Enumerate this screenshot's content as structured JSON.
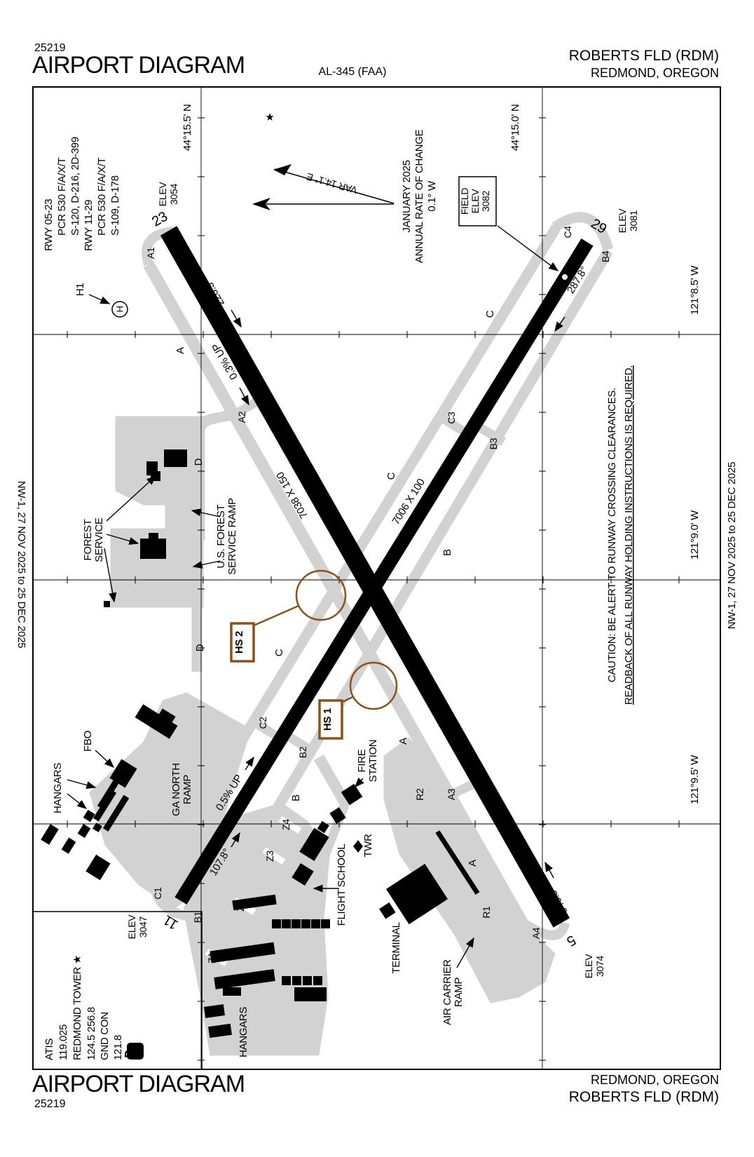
{
  "header": {
    "chart_number": "25219",
    "title": "AIRPORT DIAGRAM",
    "procedure_id": "AL-345 (FAA)",
    "airport_name": "ROBERTS FLD (RDM)",
    "city": "REDMOND, OREGON"
  },
  "footer": {
    "title": "AIRPORT DIAGRAM",
    "chart_number": "25219",
    "city": "REDMOND, OREGON",
    "airport_name": "ROBERTS FLD (RDM)"
  },
  "margin_note": "NW-1, 27 NOV 2025 to 25 DEC 2025",
  "graticule": {
    "lat_a": "44°15.5' N",
    "lat_b": "44°15.0' N",
    "lon_a": "121°8.5' W",
    "lon_b": "121°9.0' W",
    "lon_c": "121°9.5' W"
  },
  "runway_data_block": {
    "l1": "RWY 05-23",
    "l2": "PCR 530 F/A/X/T",
    "l3": "S-120, D-216, 2D-399",
    "l4": "RWY 11-29",
    "l5": "PCR 530 F/A/X/T",
    "l6": "S-109, D-178"
  },
  "comm": {
    "atis_label": "ATIS",
    "atis_freq": "119.025",
    "tower_label": "REDMOND TOWER ★",
    "tower_freqs": "124.5 256.8",
    "gnd_label": "GND CON",
    "gnd_freq": "121.8",
    "class_d_symbol": "D"
  },
  "variation": {
    "l1": "JANUARY 2025",
    "l2": "ANNUAL RATE OF CHANGE",
    "l3": "0.1° W",
    "var_label": "VAR 14.1° E"
  },
  "field_elev": {
    "l1": "FIELD",
    "l2": "ELEV",
    "l3": "3082"
  },
  "caution": {
    "l1": "CAUTION: BE ALERT TO RUNWAY CROSSING CLEARANCES.",
    "l2": "READBACK OF ALL RUNWAY HOLDING INSTRUCTIONS IS REQUIRED."
  },
  "runway_0523": {
    "dim": "7038 X 150",
    "num_23": "23",
    "num_5": "5",
    "hdg_23": "226.3°",
    "hdg_5": "046.3°",
    "gradient": "0.3% UP",
    "elev_23_l1": "ELEV",
    "elev_23_l2": "3054",
    "elev_5_l1": "ELEV",
    "elev_5_l2": "3074"
  },
  "runway_1129": {
    "dim": "7006 X 100",
    "num_29": "29",
    "num_11": "11",
    "hdg_29": "287.8°",
    "hdg_11": "107.8°",
    "gradient": "0.5% UP",
    "elev_29_l1": "ELEV",
    "elev_29_l2": "3081",
    "elev_11_l1": "ELEV",
    "elev_11_l2": "3047"
  },
  "hotspots": {
    "hs1": "HS 1",
    "hs2": "HS 2"
  },
  "taxiways": {
    "a": "A",
    "b": "B",
    "c": "C",
    "d": "D",
    "a1": "A1",
    "a2": "A2",
    "a3": "A3",
    "a4": "A4",
    "b1": "B1",
    "b2": "B2",
    "b3": "B3",
    "b4": "B4",
    "c1": "C1",
    "c2": "C2",
    "c3": "C3",
    "c4": "C4",
    "r1": "R1",
    "r2": "R2",
    "z1": "Z1",
    "z2": "Z2",
    "z3": "Z3",
    "z4": "Z4"
  },
  "facilities": {
    "hangars_north": "HANGARS",
    "fbo": "FBO",
    "ga_ramp_l1": "GA NORTH",
    "ga_ramp_l2": "RAMP",
    "forest_l1": "FOREST",
    "forest_l2": "SERVICE",
    "usfs_ramp_l1": "U.S. FOREST",
    "usfs_ramp_l2": "SERVICE RAMP",
    "fire_l1": "FIRE",
    "fire_l2": "STATION",
    "twr": "TWR",
    "flight_school": "FLIGHT SCHOOL",
    "terminal": "TERMINAL",
    "air_carrier_l1": "AIR CARRIER",
    "air_carrier_l2": "RAMP",
    "hangars_south": "HANGARS",
    "helipad_label": "H1",
    "helipad_letter": "H"
  },
  "colors": {
    "hotspot": "#8A5219",
    "pavement": "#D2D2D2",
    "ink": "#000000"
  }
}
